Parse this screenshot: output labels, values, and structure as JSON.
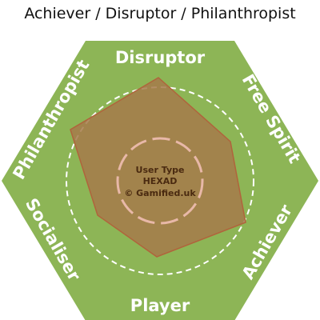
{
  "title": "Achiever / Disruptor / Philanthropist",
  "hexad": {
    "segments": {
      "top": "Disruptor",
      "upper_right": "Free Spirit",
      "lower_right": "Achiever",
      "bottom": "Player",
      "lower_left": "Socialiser",
      "upper_left": "Philanthropist"
    },
    "center_lines": [
      "User Type",
      "HEXAD",
      "© Gamified.uk"
    ]
  },
  "colors": {
    "hexagon_fill": "#8db556",
    "profile_fill": "#a67a4a",
    "profile_stroke": "#b0643c",
    "ring_stroke": "#ffffff",
    "inner_ring_stroke": "#e8b8a8",
    "label_color": "#ffffff",
    "center_text_color": "#4a2a10"
  }
}
